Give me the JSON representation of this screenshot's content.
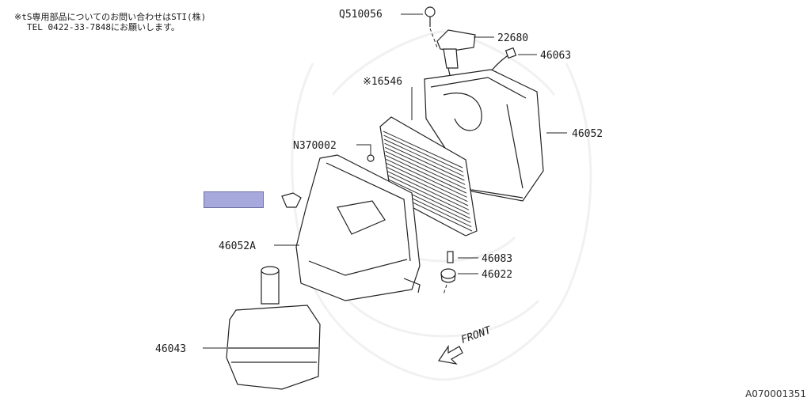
{
  "notes": {
    "line1": "※tS専用部品についてのお問い合わせはSTI(株)",
    "line2": "TEL 0422-33-7848にお願いします。"
  },
  "labels": {
    "q510056": "Q510056",
    "p22680": "22680",
    "p46063": "46063",
    "p16546": "※16546",
    "p46052": "46052",
    "n370002": "N370002",
    "p46052a": "46052A",
    "p46083": "46083",
    "p46022": "46022",
    "p46043": "46043",
    "front": "FRONT"
  },
  "diagram_code": "A070001351",
  "highlight_color": "#a7a9dc"
}
